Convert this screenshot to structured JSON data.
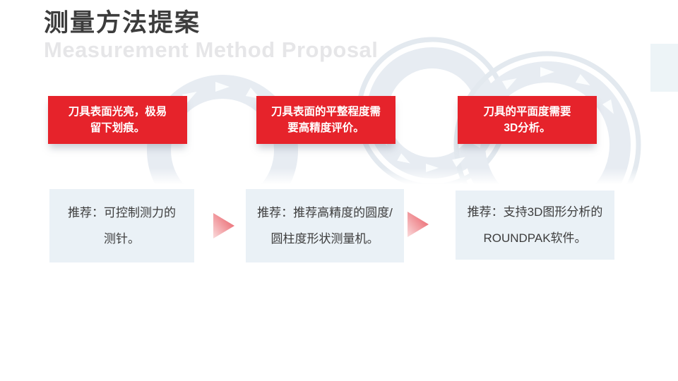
{
  "slide": {
    "title": "测量方法提案",
    "subtitle": "Measurement Method Proposal"
  },
  "problems": [
    {
      "line1": "刀具表面光亮，极易",
      "line2": "留下划痕。"
    },
    {
      "line1": "刀具表面的平整程度需",
      "line2": "要高精度评价。"
    },
    {
      "line1": "刀具的平面度需要",
      "line2": "3D分析。"
    }
  ],
  "recommendations": [
    {
      "line1": "推荐：可控制测力的",
      "line2": "测针。"
    },
    {
      "line1": "推荐：推荐高精度的圆度/",
      "line2": "圆柱度形状测量机。"
    },
    {
      "line1": "推荐：支持3D图形分析的",
      "line2": "ROUNDPAK软件。"
    }
  ],
  "icons": {
    "flow_arrow": "right-pointing-gradient-triangle",
    "ring_decoration": "clockwise-rotation-ring-with-arrowheads"
  },
  "colors": {
    "accent_red": "#E6232B",
    "panel_blue": "#EAF1F6",
    "ring_gray": "#E7ECF2",
    "title_dark": "#3C3C3C",
    "subtitle_gray": "#E6E6E8",
    "corner_square_blue": "#EDF4F7",
    "arrow_gradient_from": "#FADBDC",
    "arrow_gradient_to": "#E8555E"
  }
}
